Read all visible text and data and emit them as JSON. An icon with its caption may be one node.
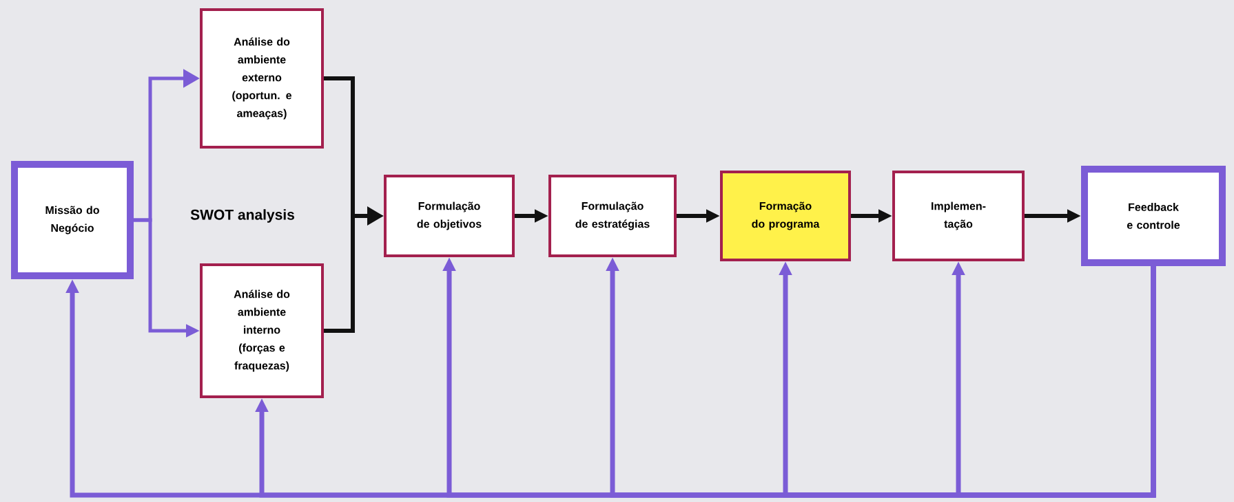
{
  "diagram": {
    "nodes": [
      {
        "text": [
          "Missão do Negócio"
        ]
      },
      {
        "text": [
          "Análise do ambiente externo (oportun. e ameaças)"
        ]
      },
      {
        "text": [
          "Análise do ambiente interno (forças e fraquezas)"
        ]
      },
      {
        "text": [
          "Formulação de objetivos"
        ]
      },
      {
        "text": [
          "Formulação de estratégias"
        ]
      },
      {
        "text": [
          "Formação do programa"
        ]
      },
      {
        "text": [
          "Implemen- tação"
        ]
      },
      {
        "text": [
          "Feedback e controle"
        ]
      }
    ],
    "edges": [
      {
        "from": 0,
        "to": 1,
        "arrow": "to"
      },
      {
        "from": 0,
        "to": 2,
        "arrow": "to"
      },
      {
        "from": 1,
        "to": 3,
        "arrow": "to",
        "color": "#111111"
      },
      {
        "from": 2,
        "to": 3,
        "arrow": "to",
        "color": "#111111"
      },
      {
        "from": 3,
        "to": 4,
        "arrow": "to",
        "color": "#111111"
      },
      {
        "from": 4,
        "to": 5,
        "arrow": "to",
        "color": "#111111"
      },
      {
        "from": 5,
        "to": 6,
        "arrow": "to",
        "color": "#111111"
      },
      {
        "from": 6,
        "to": 7,
        "arrow": "to",
        "color": "#111111"
      },
      {
        "from": 7,
        "to": 0,
        "arrow": "to"
      },
      {
        "from": 7,
        "to": 2,
        "arrow": "to"
      },
      {
        "from": 7,
        "to": 3,
        "arrow": "to"
      },
      {
        "from": 7,
        "to": 4,
        "arrow": "to"
      },
      {
        "from": 7,
        "to": 5,
        "arrow": "to"
      },
      {
        "from": 7,
        "to": 6,
        "arrow": "to"
      }
    ],
    "labels": [
      "SWOT analysis"
    ]
  }
}
